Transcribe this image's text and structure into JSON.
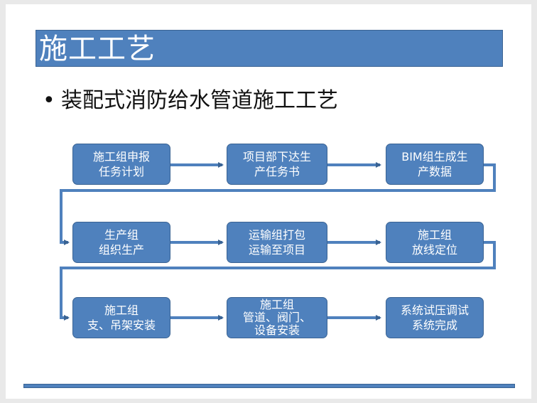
{
  "title": "施工工艺",
  "bullet": {
    "marker": "•",
    "text": "装配式消防给水管道施工工艺"
  },
  "flow": {
    "rows": [
      [
        {
          "lines": [
            "施工组申报",
            "任务计划"
          ]
        },
        {
          "lines": [
            "项目部下达生",
            "产任务书"
          ]
        },
        {
          "lines": [
            "BIM组生成生",
            "产数据"
          ]
        }
      ],
      [
        {
          "lines": [
            "生产组",
            "组织生产"
          ]
        },
        {
          "lines": [
            "运输组打包",
            "运输至项目"
          ]
        },
        {
          "lines": [
            "施工组",
            "放线定位"
          ]
        }
      ],
      [
        {
          "lines": [
            "施工组",
            "支、吊架安装"
          ]
        },
        {
          "lines": [
            "施工组",
            "管道、阀门、",
            "设备安装"
          ]
        },
        {
          "lines": [
            "系统试压调试",
            "系统完成"
          ]
        }
      ]
    ]
  },
  "colors": {
    "box_fill": "#4f81bd",
    "box_border": "#3a6393",
    "text": "#ffffff"
  }
}
